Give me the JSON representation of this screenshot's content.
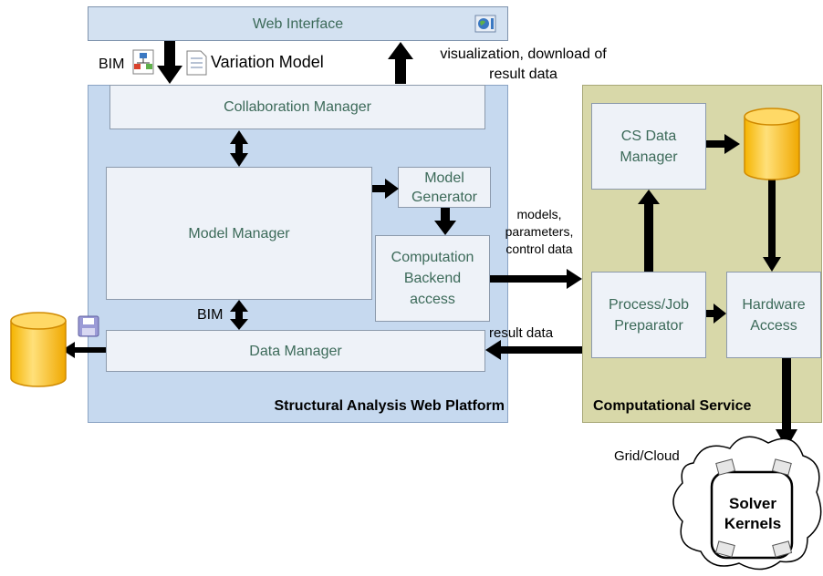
{
  "web_interface": {
    "label": "Web Interface"
  },
  "platform": {
    "title": "Structural Analysis Web Platform",
    "collaboration_manager": "Collaboration Manager",
    "model_manager": "Model Manager",
    "model_generator": "Model\nGenerator",
    "computation_backend": "Computation\nBackend\naccess",
    "data_manager": "Data Manager"
  },
  "computational_service": {
    "title": "Computational Service",
    "cs_data_manager": "CS Data\nManager",
    "process_job_preparator": "Process/Job\nPreparator",
    "hardware_access": "Hardware\nAccess"
  },
  "labels": {
    "bim_top": "BIM",
    "variation_model": "Variation Model",
    "visualization": "visualization, download of\nresult data",
    "models_params": "models,\nparameters,\ncontrol data",
    "result_data": "result data",
    "bim_bottom": "BIM",
    "grid_cloud": "Grid/Cloud",
    "solver_kernels": "Solver\nKernels"
  },
  "icons": {
    "web_icon": "globe-icon",
    "bim_icon": "bim-hierarchy-icon",
    "document_icon": "document-icon",
    "save_icon": "floppy-disk-icon",
    "database": "database-cylinder-icon",
    "computer": "computer-icon"
  },
  "colors": {
    "platform_bg": "#c6d9ef",
    "service_bg": "#d8d8a9",
    "box_bg": "#eef2f8",
    "box_text": "#3c6a59",
    "database_fill": "#ffc000"
  }
}
